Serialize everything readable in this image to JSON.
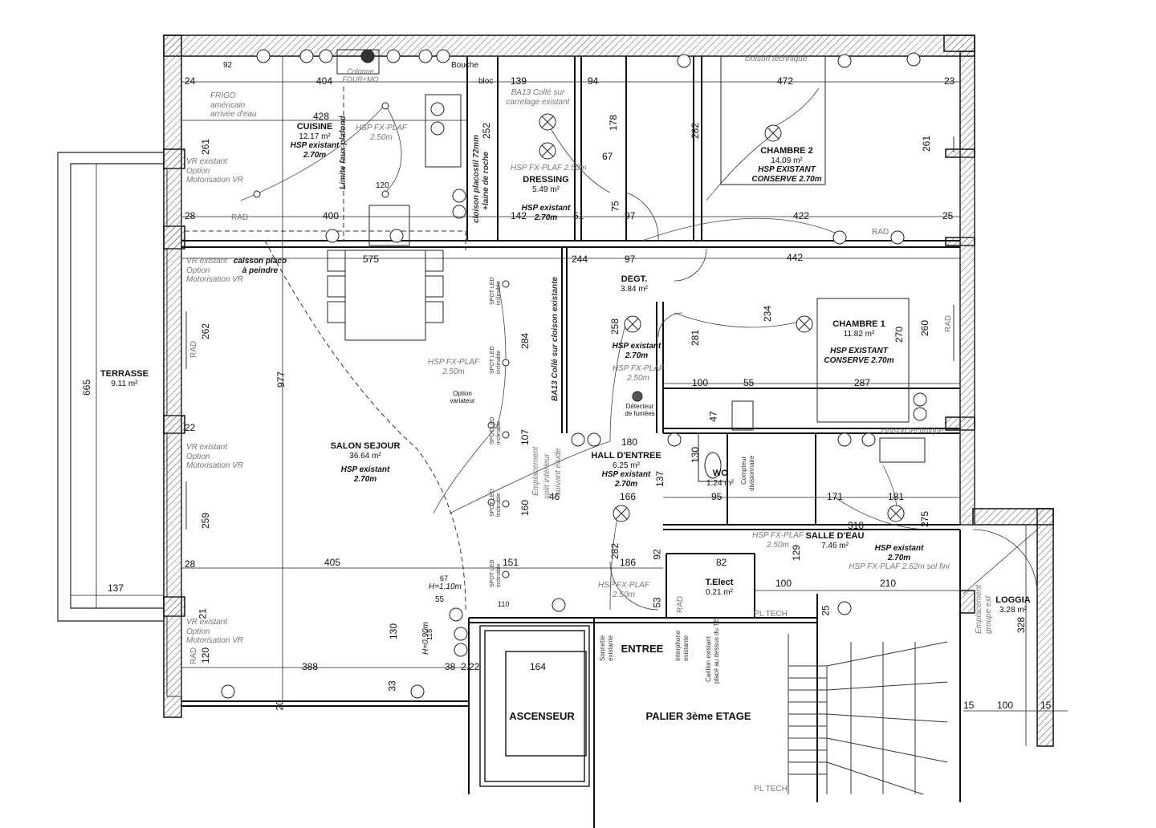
{
  "rooms": {
    "cuisine": {
      "name": "CUISINE",
      "area": "12.17 m²",
      "note1": "HSP existant",
      "note2": "2.70m"
    },
    "dressing": {
      "name": "DRESSING",
      "area": "5.49 m²",
      "note1": "HSP existant",
      "note2": "2.70m"
    },
    "chambre2": {
      "name": "CHAMBRE 2",
      "area": "14.09 m²",
      "note1": "HSP EXISTANT",
      "note2": "CONSERVE 2.70m"
    },
    "degt": {
      "name": "DEGT.",
      "area": "3.84 m²"
    },
    "chambre1": {
      "name": "CHAMBRE 1",
      "area": "11.82 m²",
      "note1": "HSP EXISTANT",
      "note2": "CONSERVE 2.70m"
    },
    "terrasse": {
      "name": "TERRASSE",
      "area": "9.11 m²"
    },
    "salon": {
      "name": "SALON SEJOUR",
      "area": "36.64 m²",
      "note1": "HSP existant",
      "note2": "2.70m"
    },
    "hall": {
      "name": "HALL D'ENTREE",
      "area": "6.25 m²",
      "note1": "HSP existant",
      "note2": "2.70m"
    },
    "wc": {
      "name": "WC",
      "area": "1.24 m²"
    },
    "salle_eau": {
      "name": "SALLE D'EAU",
      "area": "7.46 m²",
      "note1": "HSP existant",
      "note2": "2.70m",
      "note3": "HSP FX-PLAF 2.62m sol fini"
    },
    "loggia": {
      "name": "LOGGIA",
      "area": "3.28 m²"
    },
    "telect": {
      "name": "T.Elect",
      "area": "0.21 m²"
    },
    "entree": {
      "name": "ENTREE"
    },
    "ascenseur": {
      "name": "ASCENSEUR"
    },
    "palier": {
      "name": "PALIER 3ème ETAGE"
    },
    "pl_tech_1": {
      "name": "PL TECH"
    },
    "pl_tech_2": {
      "name": "PL TECH"
    }
  },
  "notes": {
    "frigo": "FRIGO",
    "americain": "américain",
    "arrivee": "arrivée d'eau",
    "hsp_fx_cuisine": "HSP FX-PLAF",
    "hsp_fx_cuisine_h": "2.50m",
    "limite_fp": "Limite faux plafond",
    "colonne": "Colonne",
    "four": "FOUR+MO",
    "bouche_vmc": "Bouche",
    "bloc_vmc": "bloc",
    "ba13": "BA13 Collé sur",
    "carrelage": "carrelage existant",
    "cloison_placostil": "cloison placostil 72mm",
    "laine": "+laine de roche",
    "hsp_fx_dressing": "HSP FX-PLAF 2.50m",
    "cloison_technique": "cloison technique",
    "vr_existant": "VR existant",
    "option": "Option",
    "motorisation": "Motorisation VR",
    "caisson": "caisson placo",
    "a_peindre": "à peindre",
    "hsp_fx_salon": "HSP FX-PLAF",
    "hsp_fx_salon_h": "2.50m",
    "ba13_cloison": "BA13 Collé sur cloison existante",
    "hsp_fx_degt": "HSP FX-PLAF",
    "hsp_fx_degt_h": "2.50m",
    "degt_note1": "HSP existant",
    "degt_note2": "2.70m",
    "detecteur": "Détecteur",
    "de_fumees": "de fumées",
    "emplacement_split": "Emplacement",
    "split": "split intérieur",
    "suivant": "suivant étude",
    "hsp_fx_hall": "HSP FX-PLAF",
    "hsp_fx_hall_h": "2.50m",
    "hsp_fx_sde": "HSP FX-PLAF",
    "hsp_fx_sde_h": "2.50m",
    "compteur": "Compteur",
    "divisionnaire": "divisionnaire",
    "sonnette": "Sonnette",
    "existante": "existante",
    "interphone": "Interphone",
    "carillon": "Carillon existant",
    "place": "placé au dessus du TE",
    "emplacement_groupe": "Emplacement",
    "groupe_ext": "groupe ext",
    "rad": "RAD",
    "cloison_technique2": "cloison technique",
    "spot_led": "SPOT LED",
    "inclinable": "inclinable",
    "option_variateur": "Option",
    "variateur": "variateur"
  },
  "dimensions": {
    "d24": "24",
    "d404": "404",
    "d139": "139",
    "d94": "94",
    "d472": "472",
    "d23": "23",
    "d428": "428",
    "d92": "92",
    "d261a": "261",
    "d261b": "261",
    "d28a": "28",
    "d400": "400",
    "d142": "142",
    "d51": "51",
    "d97a": "97",
    "d422": "422",
    "d25a": "25",
    "d575": "575",
    "d244": "244",
    "d97b": "97",
    "d442": "442",
    "d282a": "282",
    "d252": "252",
    "d178": "178",
    "d67a": "67",
    "d75": "75",
    "d120": "120",
    "d262": "262",
    "d977": "977",
    "d665": "665",
    "d284": "284",
    "d258": "258",
    "d281": "281",
    "d234": "234",
    "d270": "270",
    "d260": "260",
    "d100a": "100",
    "d55": "55",
    "d287": "287",
    "d47": "47",
    "d22": "22",
    "d180": "180",
    "d130a": "130",
    "d107": "107",
    "d137a": "137",
    "d259": "259",
    "d46": "46",
    "d166": "166",
    "d160": "160",
    "d95": "95",
    "d171": "171",
    "d310": "310",
    "d181": "181",
    "d275": "275",
    "d28b": "28",
    "d405": "405",
    "d151": "151",
    "d186": "186",
    "d282b": "282",
    "d92b": "92",
    "d82": "82",
    "d100b": "100",
    "d210": "210",
    "d129": "129",
    "d137b": "137",
    "d21": "21",
    "d130b": "130",
    "d53": "53",
    "d25b": "25",
    "d328": "328",
    "d120b": "120",
    "d388": "388",
    "d38": "38",
    "d222": "2.22",
    "d164": "164",
    "d33": "33",
    "d20": "20",
    "d15a": "15",
    "d100c": "100",
    "d15b": "15",
    "d110": "110",
    "d67b": "67",
    "d110h": "H=1.10m",
    "d090h": "H=0.90m",
    "d118": "118",
    "d55b": "55"
  }
}
